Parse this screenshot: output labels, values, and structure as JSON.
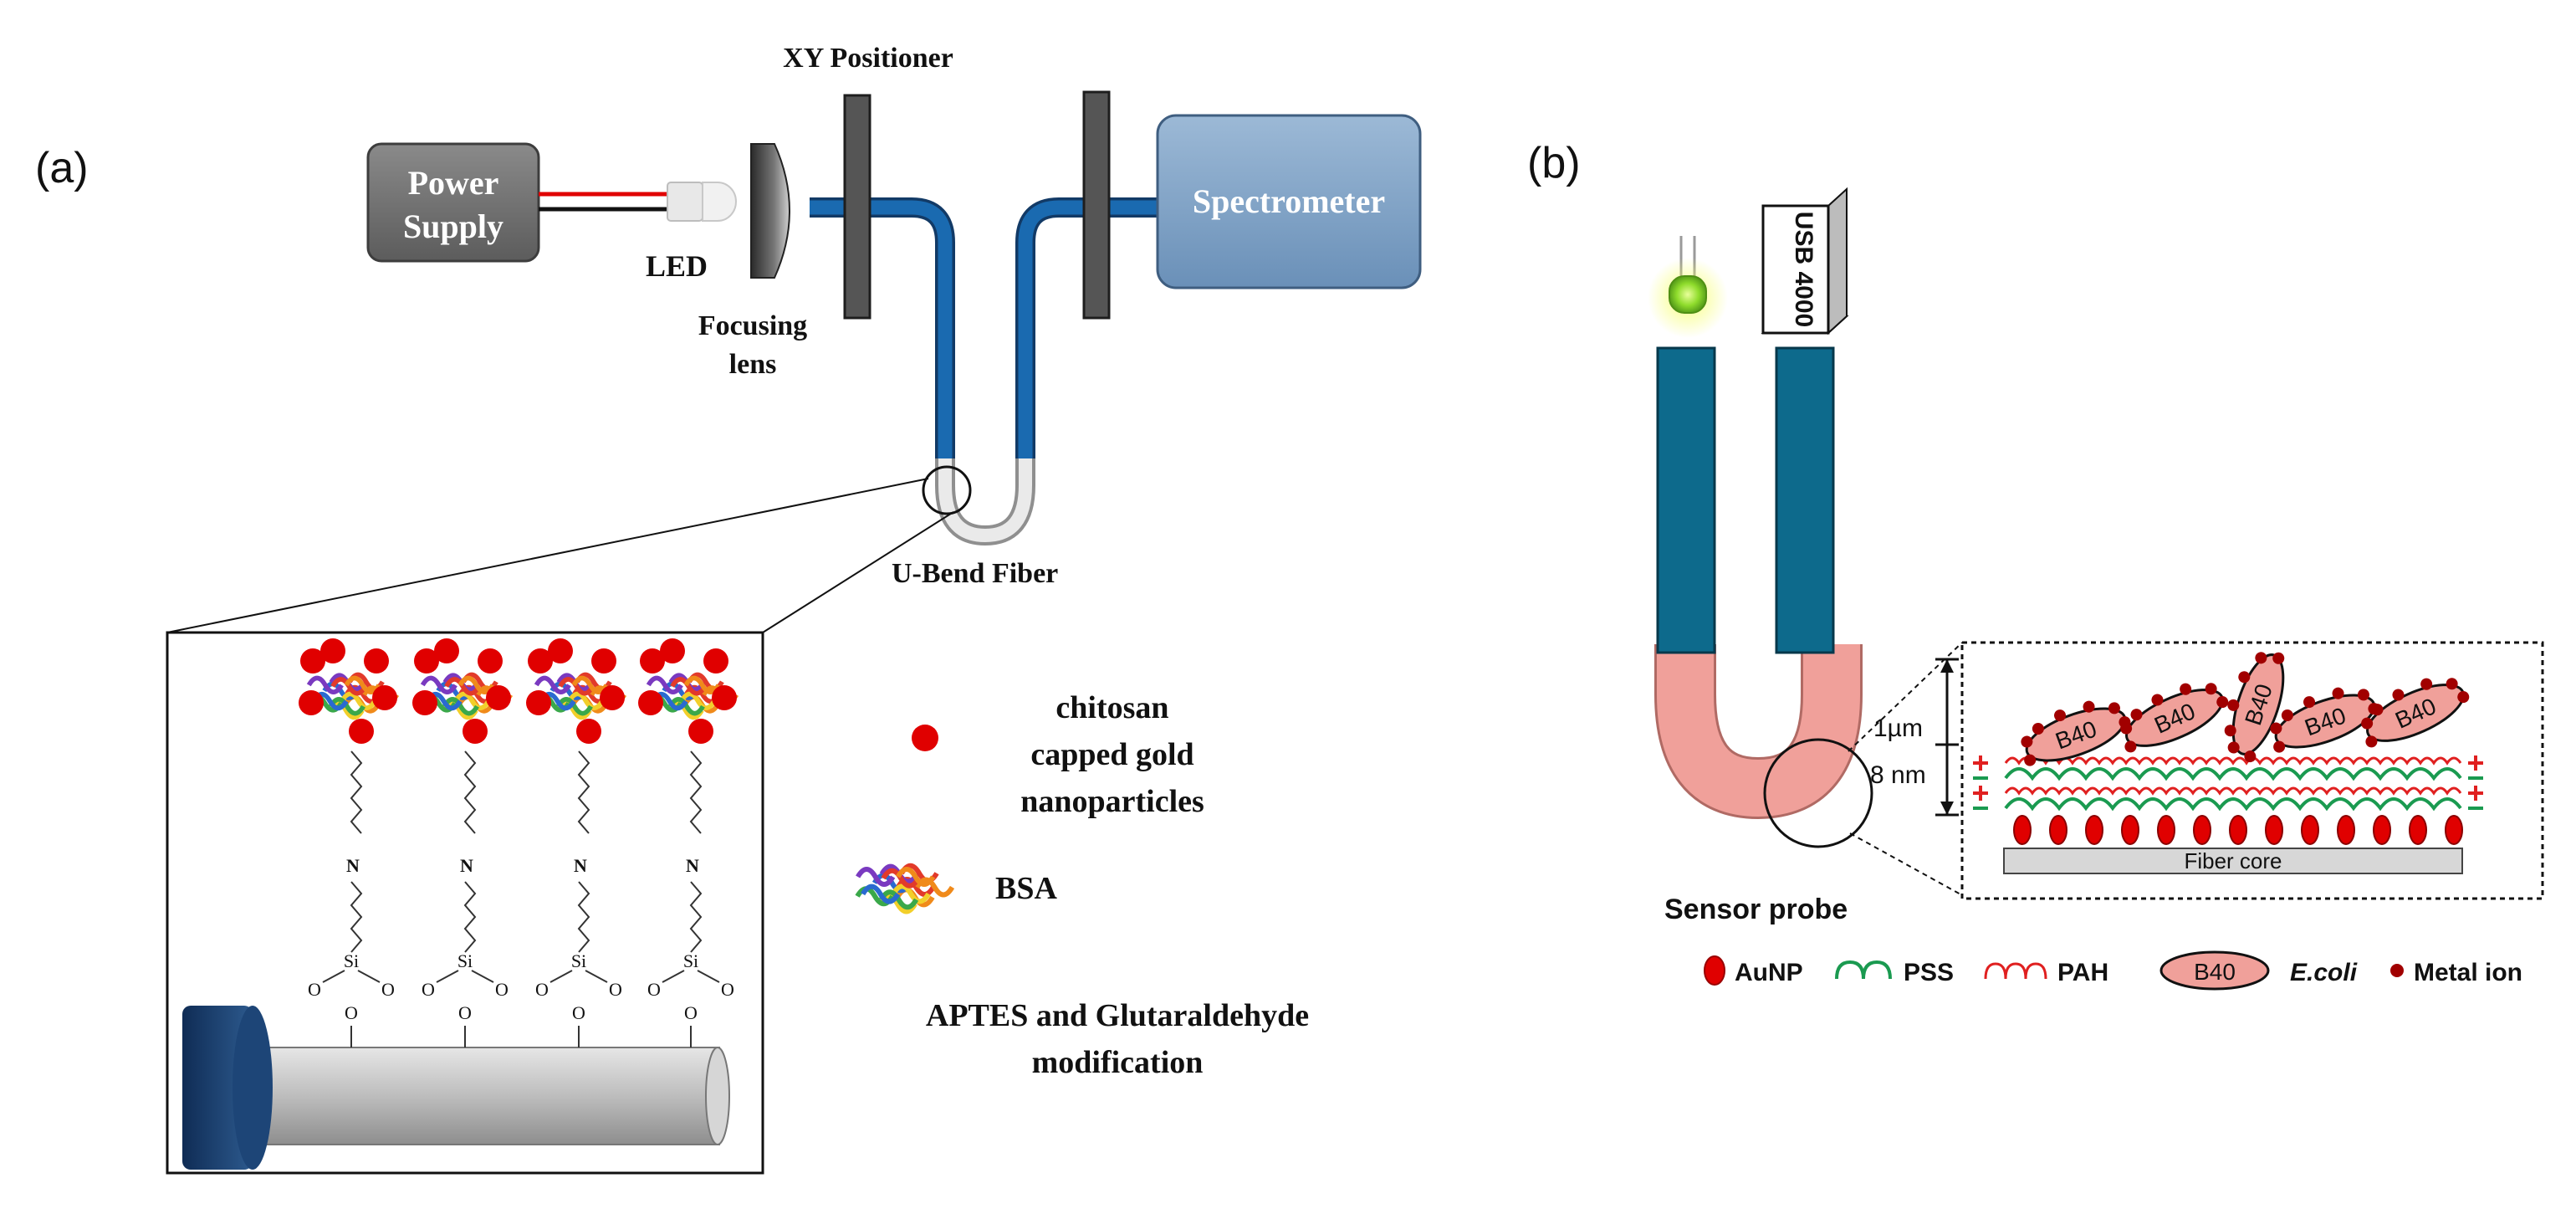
{
  "panel_a": {
    "label": "(a)",
    "power_supply": [
      "Power",
      "Supply"
    ],
    "led": "LED",
    "focusing_lens": [
      "Focusing",
      "lens"
    ],
    "xy_positioner": "XY Positioner",
    "spectrometer": "Spectrometer",
    "u_bend_fiber": "U-Bend Fiber",
    "legend_gold": [
      "chitosan",
      "capped gold",
      "nanoparticles"
    ],
    "legend_bsa": "BSA",
    "legend_modification": [
      "APTES and Glutaraldehyde",
      "modification"
    ],
    "chain": {
      "n": "N",
      "si": "Si",
      "o": "O"
    }
  },
  "panel_b": {
    "label": "(b)",
    "usb": "USB 4000",
    "sensor_probe": "Sensor probe",
    "scale_1um": "1µm",
    "scale_8nm": "8 nm",
    "fiber_core": "Fiber core",
    "bacteria": "B40",
    "legend": {
      "aunp": "AuNP",
      "pss": "PSS",
      "pah": "PAH",
      "ecoli_symbol": "B40",
      "ecoli": "E.coli",
      "metal_ion": "Metal ion"
    }
  },
  "colors": {
    "fiber_blue": "#1a6ab0",
    "box_gray": "#6f6f6f",
    "spectrometer_blue": "#7fa3c6",
    "probe_teal": "#0d6a8c",
    "probe_pink": "#f0a09a",
    "gold_red": "#e00000",
    "pss_green": "#1a9a50",
    "pah_red": "#e02020"
  }
}
